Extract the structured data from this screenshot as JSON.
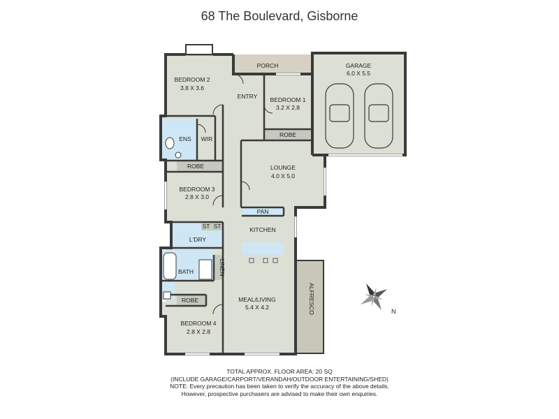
{
  "title": "68 The Boulevard, Gisborne",
  "rooms": {
    "garage": {
      "name": "GARAGE",
      "dims": "6.0 X 5.5"
    },
    "porch": {
      "name": "PORCH"
    },
    "bedroom2": {
      "name": "BEDROOM 2",
      "dims": "3.8 X 3.6"
    },
    "entry": {
      "name": "ENTRY"
    },
    "bedroom1": {
      "name": "BEDROOM 1",
      "dims": "3.2 X 2.8"
    },
    "robe_bed1": {
      "name": "ROBE"
    },
    "ens": {
      "name": "ENS"
    },
    "wir": {
      "name": "WIR"
    },
    "robe_bed3": {
      "name": "ROBE"
    },
    "lounge": {
      "name": "LOUNGE",
      "dims": "4.0 X 5.0"
    },
    "bedroom3": {
      "name": "BEDROOM 3",
      "dims": "2.8 X 3.0"
    },
    "pan": {
      "name": "PAN"
    },
    "st1": {
      "name": "ST"
    },
    "st2": {
      "name": "ST"
    },
    "kitchen": {
      "name": "KITCHEN"
    },
    "ldry": {
      "name": "L'DRY"
    },
    "bath": {
      "name": "BATH"
    },
    "linen": {
      "name": "LINEN"
    },
    "alfresco": {
      "name": "ALFRESCO"
    },
    "robe_bed4": {
      "name": "ROBE"
    },
    "meal_living": {
      "name": "MEAL/LIVING",
      "dims": "5.4 X 4.2"
    },
    "bedroom4": {
      "name": "BEDROOM 4",
      "dims": "2.8 X 2.8"
    }
  },
  "compass": {
    "north_label": "N"
  },
  "footer": {
    "area": "TOTAL APPROX. FLOOR AREA: 20 SQ",
    "include": "(INCLUDE GARAGE/CARPORT/VERANDAH/OUTDOOR ENTERTAINING/SHED)",
    "note1": "NOTE: Every precaution has been taken to verify the accuracy of the above details.",
    "note2": "However, prospective purchasers are advised to make their own enquiries."
  },
  "colors": {
    "floor": "#dcdfd3",
    "wall": "#3a3a3a",
    "wet": "#cfe6f4",
    "outdoor": "#c9c7b8",
    "porch": "#d6d1c2"
  }
}
